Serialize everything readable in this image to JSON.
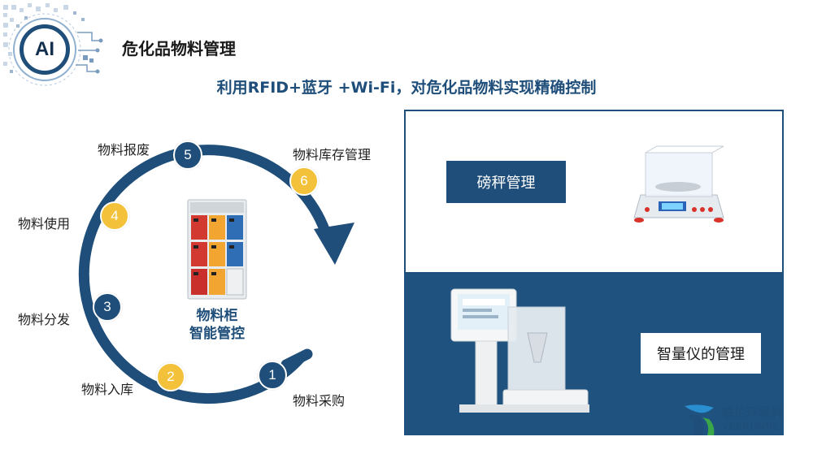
{
  "header": {
    "badge": "AI",
    "title": "危化品物料管理",
    "subtitle": "利用RFID+蓝牙 +Wi-Fi，对危化品物料实现精确控制"
  },
  "cycle": {
    "steps": [
      {
        "number": "1",
        "label": "物料采购",
        "color": "#1e4e79"
      },
      {
        "number": "2",
        "label": "物料入库",
        "color": "#f3c13a"
      },
      {
        "number": "3",
        "label": "物料分发",
        "color": "#1e4e79"
      },
      {
        "number": "4",
        "label": "物料使用",
        "color": "#f3c13a"
      },
      {
        "number": "5",
        "label": "物料报废",
        "color": "#1e4e79"
      },
      {
        "number": "6",
        "label": "物料库存管理",
        "color": "#f3c13a"
      }
    ],
    "center_line1": "物料柜",
    "center_line2": "智能管控"
  },
  "panels": {
    "scale_button": "磅秤管理",
    "intel_button": "智量仪的管理"
  },
  "brand": {
    "name_cn": "轶伦环境科",
    "name_en": "YEERUNNE"
  },
  "colors": {
    "navy": "#1e4e79",
    "gold": "#f3c13a",
    "panel_blue": "#1f527f"
  }
}
